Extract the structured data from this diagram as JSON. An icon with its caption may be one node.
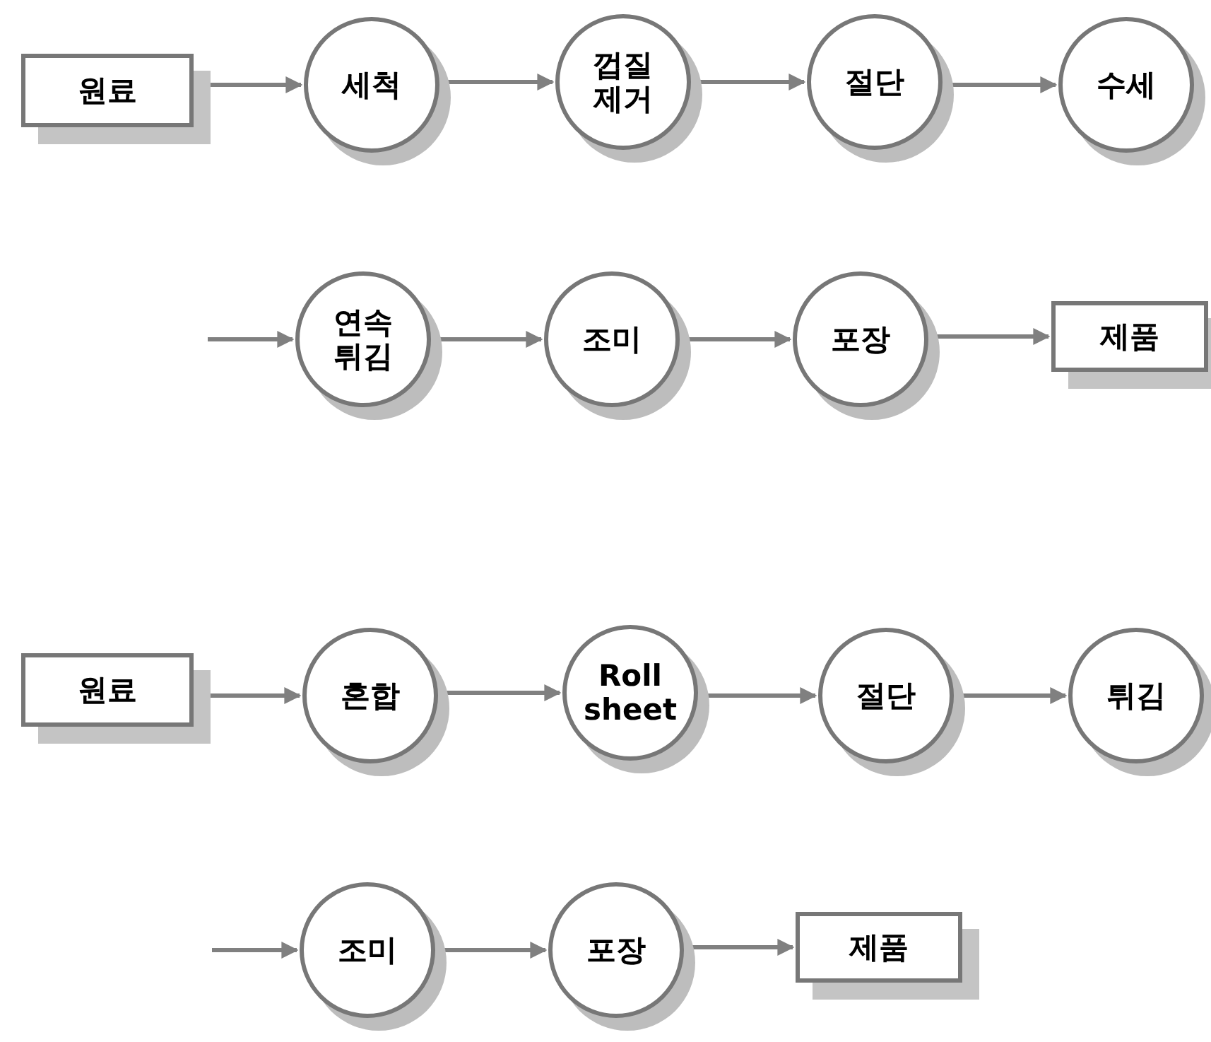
{
  "diagram": {
    "nodes": [
      {
        "text": [
          "원료"
        ]
      },
      {
        "text": [
          "세척"
        ]
      },
      {
        "text": [
          "껍질 제거"
        ]
      },
      {
        "text": [
          "절단"
        ]
      },
      {
        "text": [
          "수세"
        ]
      },
      {
        "text": [
          "연속 튀김"
        ]
      },
      {
        "text": [
          "조미"
        ]
      },
      {
        "text": [
          "포장"
        ]
      },
      {
        "text": [
          "제품"
        ]
      },
      {
        "text": [
          "원료"
        ]
      },
      {
        "text": [
          "혼합"
        ]
      },
      {
        "text": [
          "Roll sheet"
        ]
      },
      {
        "text": [
          "절단"
        ]
      },
      {
        "text": [
          "튀김"
        ]
      },
      {
        "text": [
          "조미"
        ]
      },
      {
        "text": [
          "포장"
        ]
      },
      {
        "text": [
          "제품"
        ]
      }
    ],
    "edges": [
      {
        "from": 0,
        "to": 1,
        "arrow": "to"
      },
      {
        "from": 1,
        "to": 2,
        "arrow": "to"
      },
      {
        "from": 2,
        "to": 3,
        "arrow": "to"
      },
      {
        "from": 3,
        "to": 4,
        "arrow": "to"
      },
      {
        "from": null,
        "to": 5,
        "arrow": "to"
      },
      {
        "from": 5,
        "to": 6,
        "arrow": "to"
      },
      {
        "from": 6,
        "to": 7,
        "arrow": "to"
      },
      {
        "from": 7,
        "to": 8,
        "arrow": "to"
      },
      {
        "from": 9,
        "to": 10,
        "arrow": "to"
      },
      {
        "from": 10,
        "to": 11,
        "arrow": "to"
      },
      {
        "from": 11,
        "to": 12,
        "arrow": "to"
      },
      {
        "from": 12,
        "to": 13,
        "arrow": "to"
      },
      {
        "from": null,
        "to": 14,
        "arrow": "to"
      },
      {
        "from": 14,
        "to": 15,
        "arrow": "to"
      },
      {
        "from": 15,
        "to": 16,
        "arrow": "to"
      }
    ]
  }
}
